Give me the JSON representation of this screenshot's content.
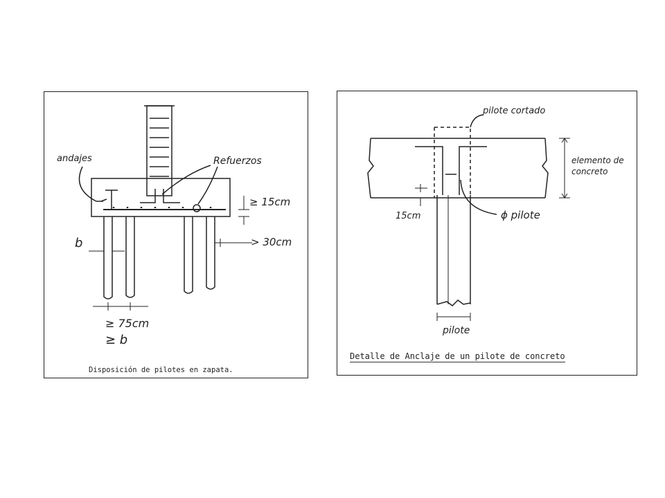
{
  "left_figure": {
    "caption": "Disposición de pilotes en zapata.",
    "labels": {
      "andajes": "andajes",
      "refuerzos": "Refuerzos",
      "min_15cm": "≥ 15cm",
      "min_30cm": "> 30cm",
      "b": "b",
      "min_75cm": "≥ 75cm",
      "min_b": "≥ b"
    }
  },
  "right_figure": {
    "caption": "Detalle de Anclaje de un pilote de concreto",
    "labels": {
      "pilote_cortado": "pilote cortado",
      "elemento_line1": "elemento de",
      "elemento_line2": "concreto",
      "dim_15cm": "15cm",
      "phi_pilote": "ϕ pilote",
      "pilote": "pilote"
    }
  },
  "colors": {
    "ink": "#222222",
    "border": "#222222",
    "background": "#ffffff"
  }
}
